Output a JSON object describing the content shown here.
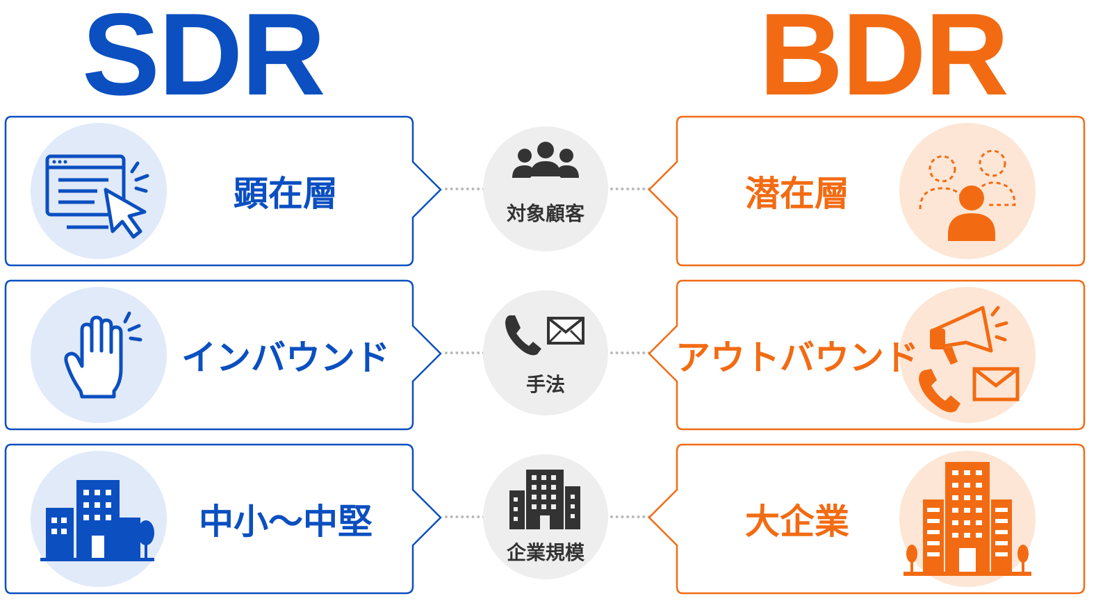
{
  "sdr": {
    "title": "SDR",
    "items": [
      {
        "label": "顕在層"
      },
      {
        "label": "インバウンド"
      },
      {
        "label": "中小～中堅"
      }
    ]
  },
  "bdr": {
    "title": "BDR",
    "items": [
      {
        "label": "潜在層"
      },
      {
        "label": "アウトバウンド"
      },
      {
        "label": "大企業"
      }
    ]
  },
  "criteria": [
    {
      "label": "対象顧客",
      "icon": "people-group-icon"
    },
    {
      "label": "手法",
      "icon": "phone-mail-icon"
    },
    {
      "label": "企業規模",
      "icon": "building-icon"
    }
  ],
  "colors": {
    "sdr": "#0b4fc0",
    "bdr": "#f26b13",
    "neutral": "#333333"
  }
}
